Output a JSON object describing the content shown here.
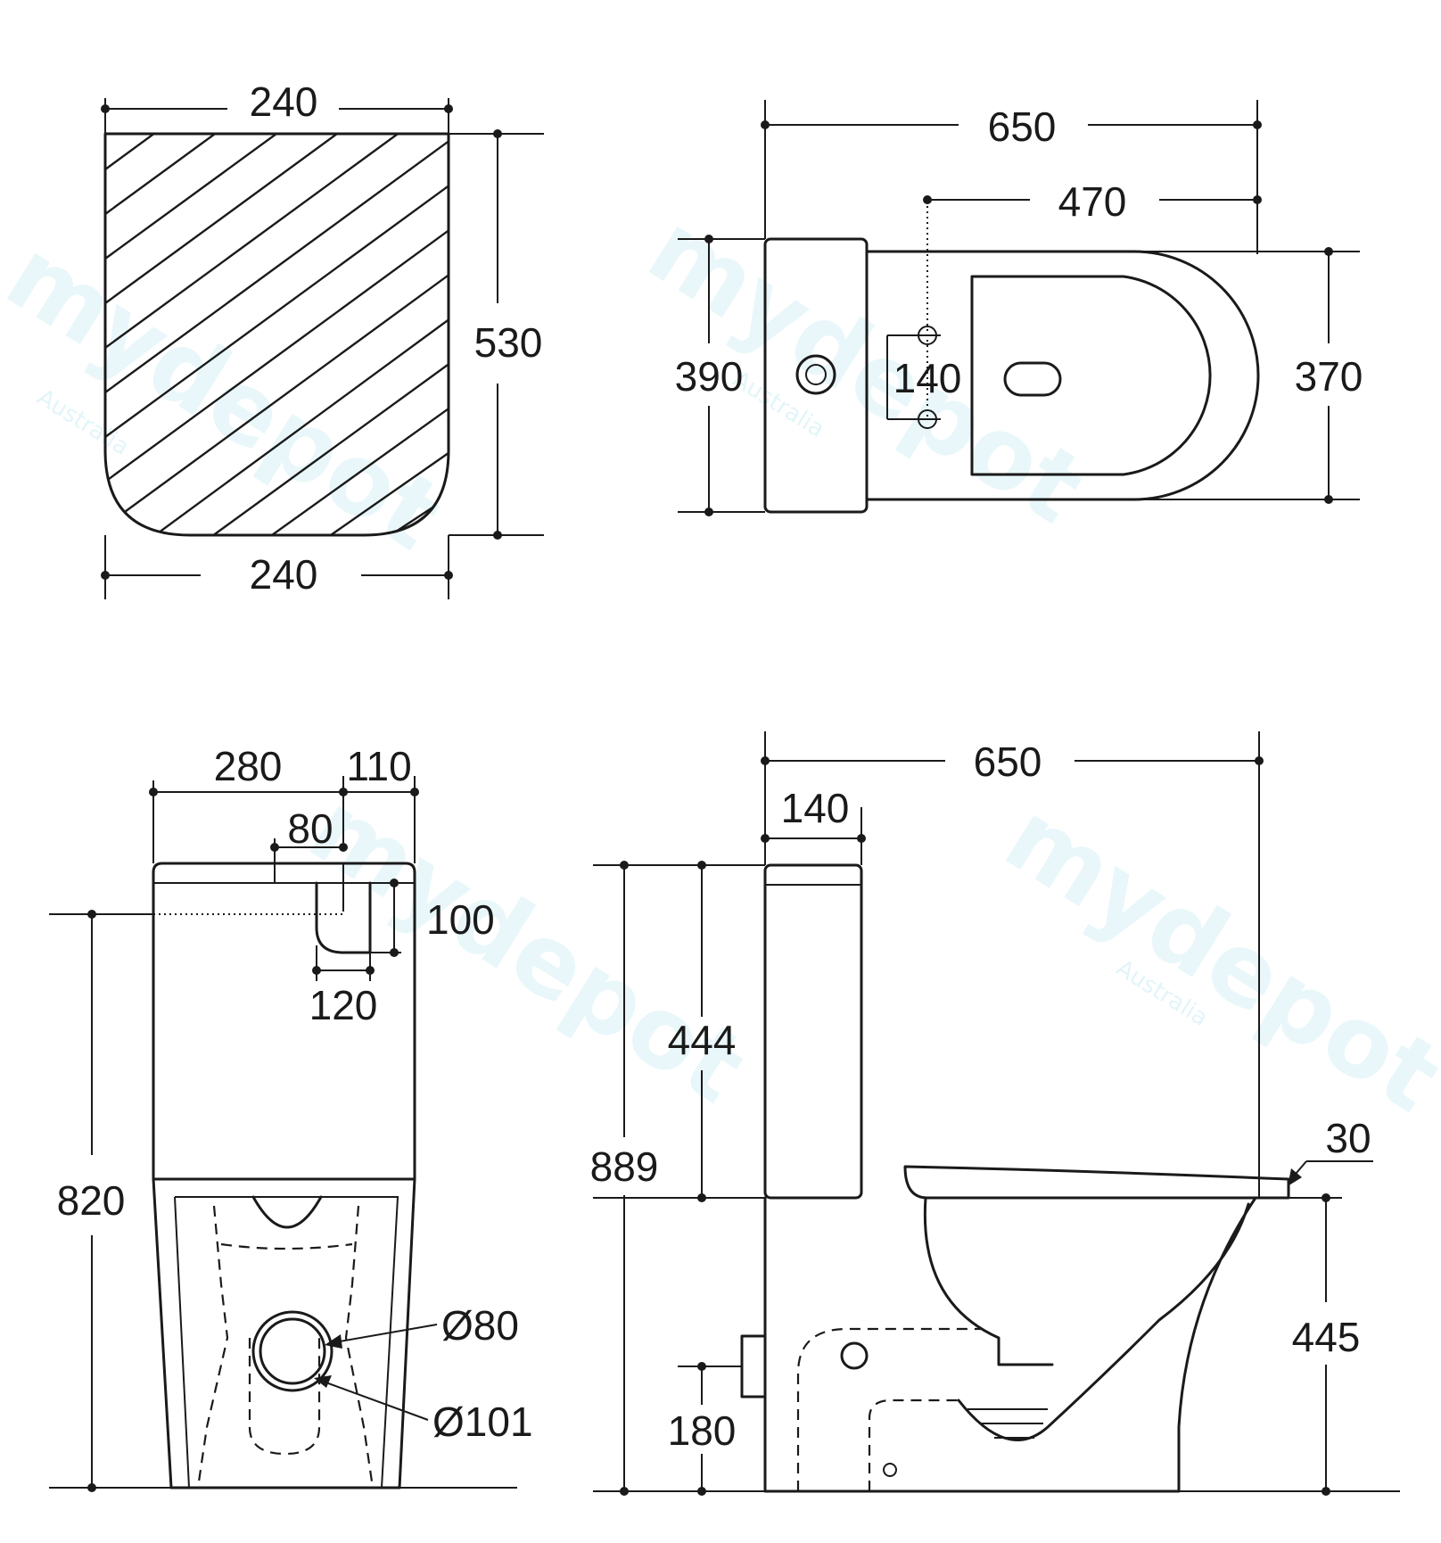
{
  "watermark": {
    "brand": "mydepot",
    "sub": "Australia"
  },
  "views": {
    "tank_top": {
      "top_width": "240",
      "bottom_width": "240",
      "depth": "530"
    },
    "plan": {
      "overall_length": "650",
      "hole_to_front": "470",
      "tank_depth": "390",
      "bolt_spacing": "140",
      "bowl_width": "370"
    },
    "front": {
      "tank_left": "280",
      "tank_right": "110",
      "button_offset": "80",
      "button_height": "100",
      "button_width": "120",
      "height": "820",
      "inner_outlet": "Ø80",
      "outer_outlet": "Ø101"
    },
    "side": {
      "overall_length": "650",
      "tank_depth": "140",
      "tank_height": "444",
      "total_height": "889",
      "seat_overhang": "30",
      "seat_height": "445",
      "inlet_height": "180"
    }
  }
}
